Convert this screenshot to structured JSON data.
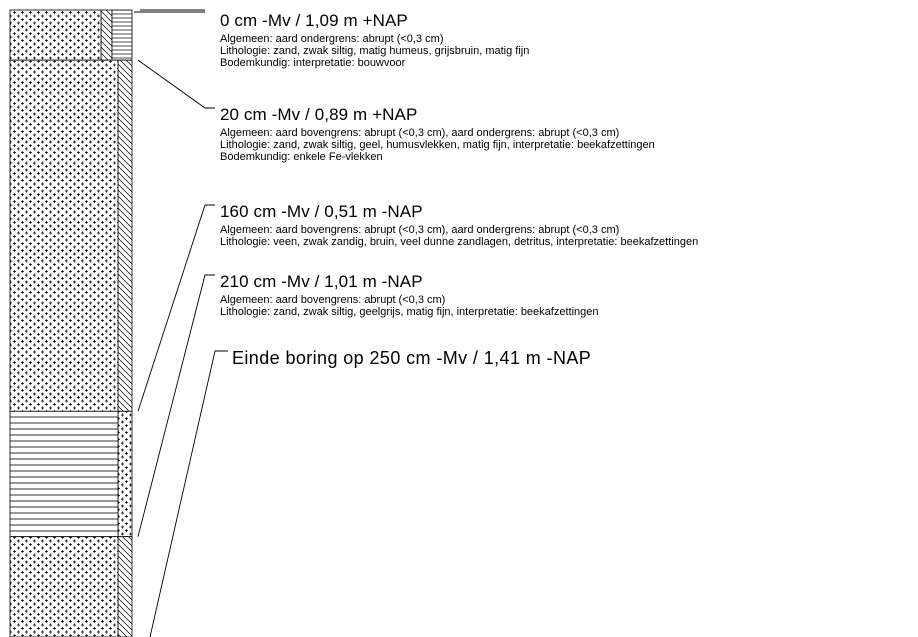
{
  "colors": {
    "line": "#000000",
    "background": "#ffffff"
  },
  "legend_patterns": {
    "zand": "sand-plus-pattern",
    "veen": "peat-horizontal-lines-pattern",
    "humus": "diagonal-hatch-pattern"
  },
  "layers": [
    {
      "depth_label": "0 cm -Mv / 1,09 m +NAP",
      "top_cm": 0,
      "bottom_cm": 20,
      "main_pattern": "zand",
      "side_pattern": "humus",
      "lines": [
        "Algemeen: aard ondergrens: abrupt (<0,3 cm)",
        "Lithologie: zand, zwak siltig, matig humeus, grijsbruin, matig fijn",
        "Bodemkundig: interpretatie: bouwvoor"
      ]
    },
    {
      "depth_label": "20 cm -Mv / 0,89 m +NAP",
      "top_cm": 20,
      "bottom_cm": 160,
      "main_pattern": "zand",
      "side_pattern": "humus",
      "lines": [
        "Algemeen: aard bovengrens: abrupt (<0,3 cm), aard ondergrens: abrupt (<0,3 cm)",
        "Lithologie: zand, zwak siltig, geel, humusvlekken, matig fijn, interpretatie: beekafzettingen",
        "Bodemkundig: enkele Fe-vlekken"
      ]
    },
    {
      "depth_label": "160 cm -Mv / 0,51 m -NAP",
      "top_cm": 160,
      "bottom_cm": 210,
      "main_pattern": "veen",
      "side_pattern": "zand",
      "lines": [
        "Algemeen: aard bovengrens: abrupt (<0,3 cm), aard ondergrens: abrupt (<0,3 cm)",
        "Lithologie: veen, zwak zandig, bruin, veel dunne zandlagen, detritus, interpretatie: beekafzettingen"
      ]
    },
    {
      "depth_label": "210 cm -Mv / 1,01 m -NAP",
      "top_cm": 210,
      "bottom_cm": 250,
      "main_pattern": "zand",
      "side_pattern": "humus",
      "lines": [
        "Algemeen: aard bovengrens: abrupt (<0,3 cm)",
        "Lithologie: zand, zwak siltig, geelgrijs, matig fijn, interpretatie: beekafzettingen"
      ]
    }
  ],
  "end": {
    "label": "Einde boring op 250 cm -Mv / 1,41 m -NAP",
    "depth_cm": 250
  }
}
